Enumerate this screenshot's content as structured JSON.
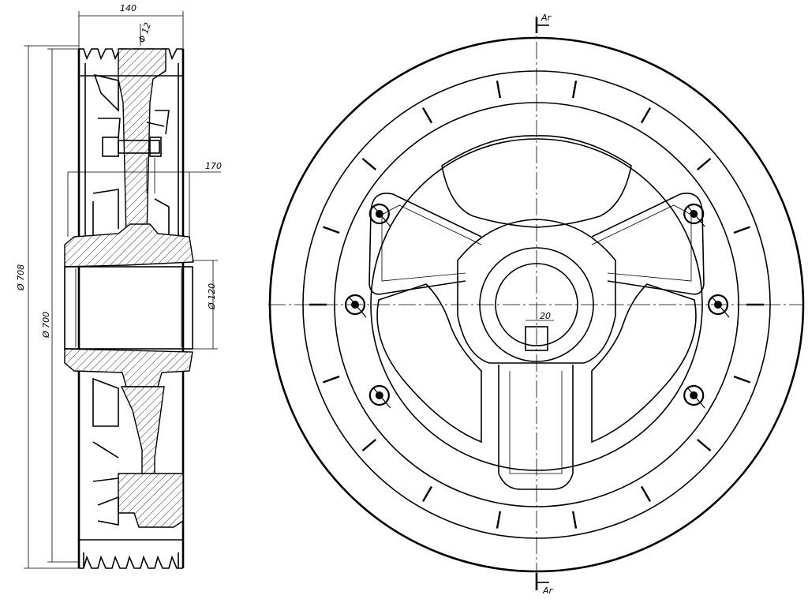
{
  "side_view": {
    "dimensions": {
      "width_top": "140",
      "groove_dia": "Φ 12",
      "width_hub": "170",
      "outer_dia": "Ø 708",
      "inner_dia": "Ø 700",
      "bore_dia": "Ø 120"
    }
  },
  "front_view": {
    "section_top": "Аг",
    "section_bottom": "Аг",
    "keyway_width": "20"
  }
}
